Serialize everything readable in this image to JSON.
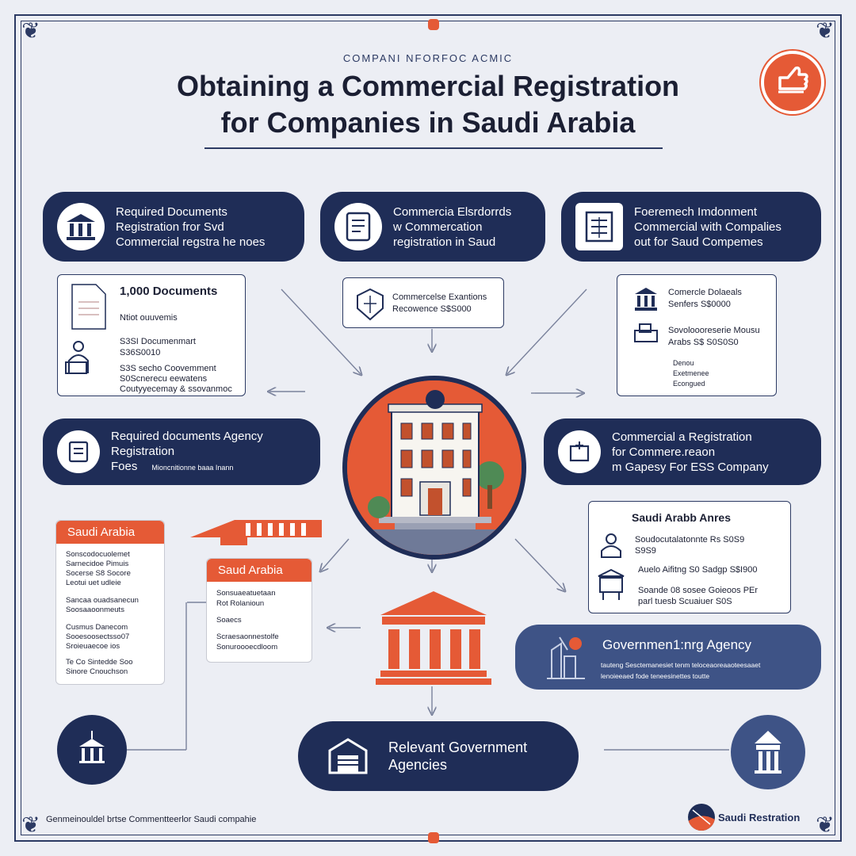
{
  "eyebrow": "COMPANI NFORFOC ACMIC",
  "title_line1": "Obtaining a Commercial Registration",
  "title_line2": "for Companies in Saudi Arabia",
  "pills_top": [
    {
      "lines": [
        "Required Documents",
        "Registration fror Svd",
        "Commercial regstra he noes"
      ],
      "icon": "building-icon"
    },
    {
      "lines": [
        "Commercia Elsrdorrds",
        "w Commercation",
        "registration in Saud"
      ],
      "icon": "document-icon"
    },
    {
      "lines": [
        "Foeremech Imdonment",
        "Commercial with Compalies",
        "out for Saud Compemes"
      ],
      "icon": "form-icon"
    }
  ],
  "card_left_top": {
    "heading": "1,000 Documents",
    "sub": "Ntiot ouuvemis",
    "line1": "S3SI Documenmart",
    "line2": "S36S0010",
    "line3": "S3S secho Coovemment",
    "line4": "S0Scnerecu eewatens",
    "line5": "Coutyyecemay & ssovanmoc"
  },
  "card_center_top": {
    "line1": "Commercelse Exantions",
    "line2": "Recowence S$S000"
  },
  "card_right_top": {
    "line1": "Comercle Dolaeals",
    "line2": "Senfers S$0000",
    "line3": "Sovoloooreserie Mousu",
    "line4": "Arabs S$ S0S0S0",
    "line5": "Denou",
    "line6": "Exetmenee",
    "line7": "Econgued"
  },
  "pill_mid_left": {
    "lines": [
      "Required documents Agency",
      "Registration"
    ],
    "sub_label": "Foes",
    "sub_text": "Mioncnitionne baaa Inann",
    "icon": "folder-icon"
  },
  "pill_mid_right": {
    "lines": [
      "Commercial a Registration",
      "for Commere.reaon",
      "m Gapesy For ESS Company"
    ],
    "icon": "register-icon"
  },
  "card_left_bottom": {
    "tag": "Saudi Arabia",
    "lines": [
      "Sonscodocuolemet",
      "Sarnecidoe Pimuis",
      "Socerse S8 Socore",
      "Leotui uet udleie",
      "Sancaa ouadsanecun",
      "Soosaaoonmeuts",
      "Cusmus Danecom",
      "Sooesoosectsso07",
      "Sroieuaecoe ios",
      "Te Co Sintedde Soo",
      "Sinore Cnouchson"
    ]
  },
  "card_mid_bottom": {
    "tag": "Saud Arabia",
    "lines": [
      "Sonsuaeatuetaan",
      "Rot Rolanioun",
      "Soaecs",
      "Scraesaonnestolfe",
      "Sonuroooecdloom"
    ]
  },
  "card_right_mid": {
    "heading": "Saudi Arabb Anres",
    "line1": "Soudocutalatonnte Rs S0S9",
    "line2": "S9S9",
    "line3": "Auelo Aifitng S0 Sadgp S$I900",
    "line4": "Soande 08 sosee Goieoos PEr",
    "line5": "parl tuesb Scuaiuer S0S"
  },
  "gov_pill": {
    "title": "Governmen1:nrg Agency",
    "line1": "tauteng Sesctemanesiet tenm teloceaoreaaoteesaaet",
    "line2": "lenoieeaed fode teneesinettes toutte"
  },
  "bottom_pill": {
    "line1": "Relevant Government",
    "line2": "Agencies"
  },
  "footer_left": "Genmeinouldel brtse Commentteerlor Saudi compahie",
  "footer_right": "Saudi Restration",
  "colors": {
    "navy": "#1f2d57",
    "accent": "#e55a36",
    "bg": "#eceef4"
  }
}
